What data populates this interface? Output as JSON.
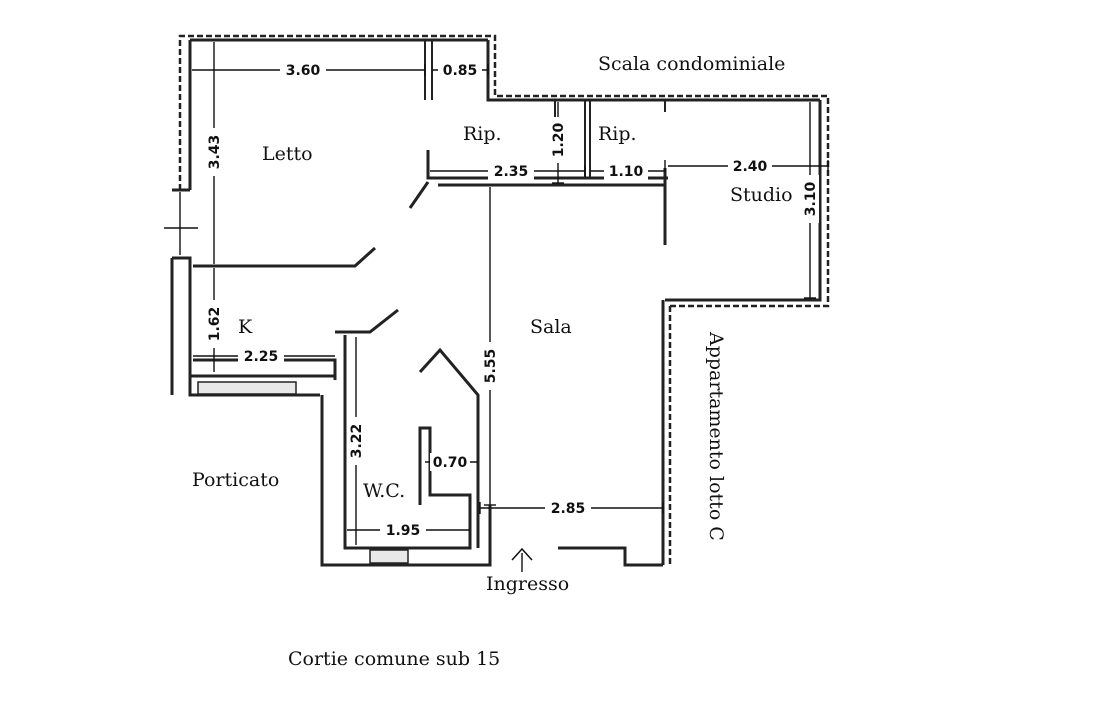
{
  "rooms": {
    "letto": "Letto",
    "rip_left": "Rip.",
    "rip_right": "Rip.",
    "studio": "Studio",
    "sala": "Sala",
    "k": "K",
    "wc": "W.C."
  },
  "dimensions": {
    "letto_width": "3.60",
    "passage_width": "0.85",
    "letto_height": "3.43",
    "rip_height": "1.20",
    "rip_left_width": "2.35",
    "rip_right_width": "1.10",
    "studio_width": "2.40",
    "studio_height": "3.10",
    "k_height": "1.62",
    "k_width": "2.25",
    "sala_height": "5.55",
    "wc_height": "3.22",
    "wc_niche": "0.70",
    "wc_width": "1.95",
    "sala_width": "2.85"
  },
  "labels": {
    "scala": "Scala condominiale",
    "appartamento": "Appartamento lotto C",
    "porticato": "Porticato",
    "ingresso": "Ingresso",
    "cortile": "Cortie comune sub 15"
  }
}
